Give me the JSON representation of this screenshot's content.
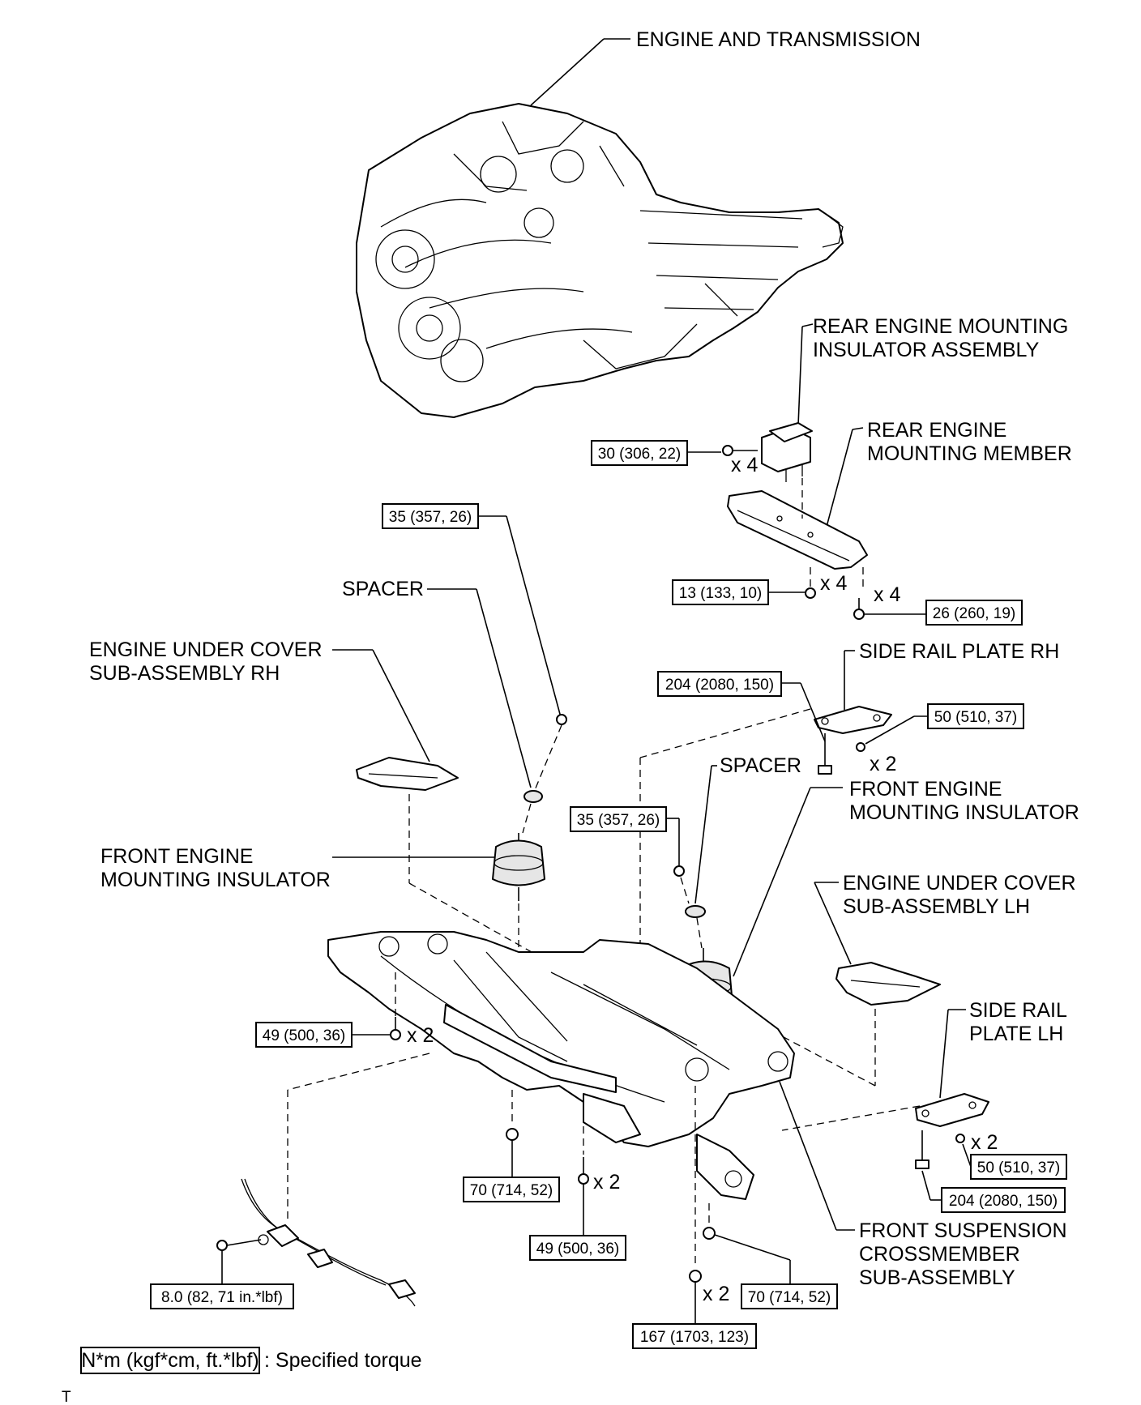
{
  "labels": {
    "engine_transmission": "ENGINE AND TRANSMISSION",
    "rear_insulator_l1": "REAR ENGINE MOUNTING",
    "rear_insulator_l2": "INSULATOR ASSEMBLY",
    "rear_member_l1": "REAR ENGINE",
    "rear_member_l2": "MOUNTING MEMBER",
    "spacer_top": "SPACER",
    "under_cover_rh_l1": "ENGINE UNDER COVER",
    "under_cover_rh_l2": "SUB-ASSEMBLY RH",
    "side_rail_rh": "SIDE RAIL PLATE RH",
    "spacer_mid": "SPACER",
    "front_insulator_right_l1": "FRONT ENGINE",
    "front_insulator_right_l2": "MOUNTING INSULATOR",
    "front_insulator_left_l1": "FRONT ENGINE",
    "front_insulator_left_l2": "MOUNTING INSULATOR",
    "under_cover_lh_l1": "ENGINE UNDER COVER",
    "under_cover_lh_l2": "SUB-ASSEMBLY LH",
    "side_rail_lh_l1": "SIDE RAIL",
    "side_rail_lh_l2": "PLATE LH",
    "crossmember_l1": "FRONT SUSPENSION",
    "crossmember_l2": "CROSSMEMBER",
    "crossmember_l3": "SUB-ASSEMBLY"
  },
  "torques": {
    "rear_insulator_bolt": "30 (306, 22)",
    "front_insulator_nut_top": "35 (357, 26)",
    "rear_member_nut": "13 (133, 10)",
    "rear_member_bolt": "26 (260, 19)",
    "side_rail_rh_bolt_long": "204 (2080, 150)",
    "side_rail_rh_bolt": "50 (510, 37)",
    "front_insulator_nut_mid": "35 (357, 26)",
    "crossmember_bolt_left": "49 (500, 36)",
    "crossmember_nut_center": "70 (714, 52)",
    "crossmember_bolt_center": "49 (500, 36)",
    "side_rail_lh_bolt": "50 (510, 37)",
    "side_rail_lh_bolt_long": "204 (2080, 150)",
    "crossmember_nut_right": "70 (714, 52)",
    "crossmember_bolt_bottom": "167 (1703, 123)",
    "wire_bolt": "8.0 (82, 71 in.*lbf)"
  },
  "quantities": {
    "rear_insulator_bolt": "x 4",
    "rear_member_nut": "x 4",
    "rear_member_bolt": "x 4",
    "side_rail_rh_bolt": "x 2",
    "crossmember_bolt_left": "x 2",
    "crossmember_bolt_center": "x 2",
    "side_rail_lh_bolt": "x 2",
    "crossmember_bolt_bottom": "x 2"
  },
  "legend": {
    "unit_box": "N*m (kgf*cm, ft.*lbf)",
    "text": ": Specified torque"
  },
  "footer_mark": "T"
}
